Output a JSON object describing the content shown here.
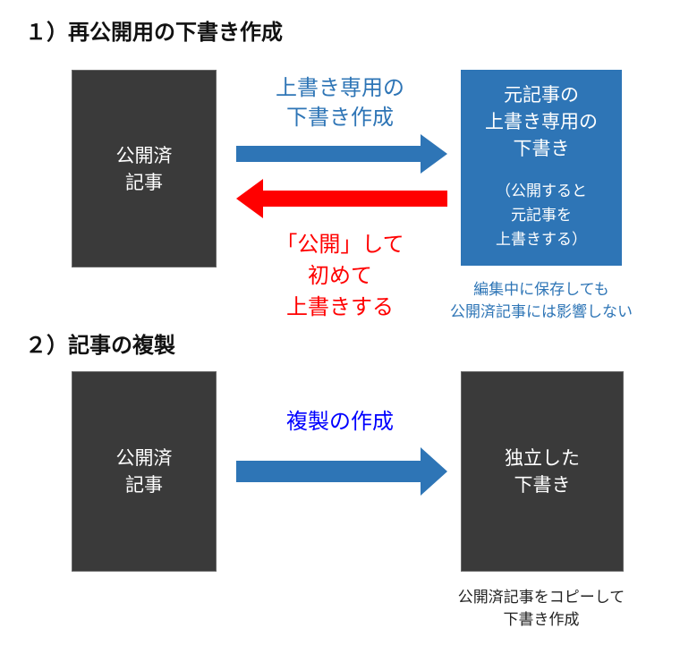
{
  "section1": {
    "heading": "１）再公開用の下書き作成",
    "left_box": [
      "公開済",
      "記事"
    ],
    "arrow_right_label": [
      "上書き専用の",
      "下書き作成"
    ],
    "right_box": [
      "元記事の",
      "上書き専用の",
      "下書き"
    ],
    "right_box_note": [
      "（公開すると",
      "元記事を",
      "上書きする）"
    ],
    "arrow_left_label": [
      "「公開」して",
      "初めて",
      "上書きする"
    ],
    "note": [
      "編集中に保存しても",
      "公開済記事には影響しない"
    ]
  },
  "section2": {
    "heading": "２）記事の複製",
    "left_box": [
      "公開済",
      "記事"
    ],
    "arrow_label": "複製の作成",
    "right_box": [
      "独立した",
      "下書き"
    ],
    "note": [
      "公開済記事をコピーして",
      "下書き作成"
    ]
  },
  "colors": {
    "blue_arrow": "#2e75b6",
    "red_arrow": "#ff0000",
    "dark_box": "#3a3a3a",
    "blue_text": "#2e75b6",
    "pure_blue_text": "#0000ff"
  }
}
